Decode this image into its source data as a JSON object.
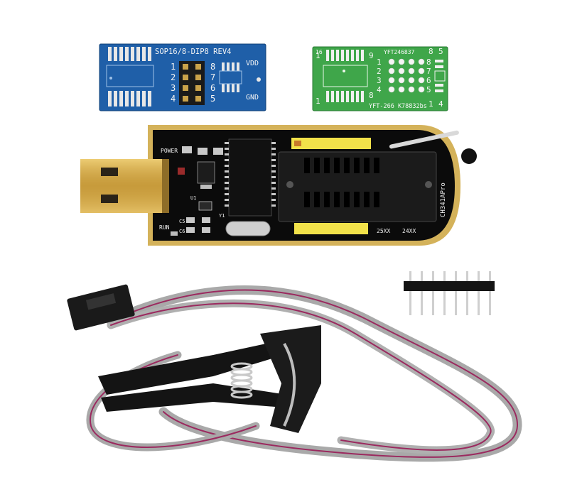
{
  "colors": {
    "background": "#ffffff",
    "blue_pcb": "#1f5fa8",
    "green_pcb": "#3fa64a",
    "gold": "#d4b25a",
    "programmer_body": "#0b0b0b",
    "header_yellow": "#f2e24a",
    "cable_gray": "#a9a9a9",
    "cable_red": "#9b2a5f"
  },
  "sop_adapter": {
    "title": "SOP16/8-DIP8 REV4",
    "vdd": "VDD",
    "gnd": "GND",
    "left_pins": [
      "1",
      "2",
      "3",
      "4"
    ],
    "right_pins": [
      "8",
      "7",
      "6",
      "5"
    ]
  },
  "green_adapter": {
    "code_top": "YFT246837",
    "code_bottom": "YFT-266 K78832bs",
    "corner_left": [
      "1",
      "9",
      "16",
      "8",
      "1"
    ],
    "corner_right": [
      "8",
      "5",
      "1",
      "4"
    ],
    "left_nums": [
      "1",
      "2",
      "3",
      "4"
    ],
    "right_nums": [
      "8",
      "7",
      "6",
      "5"
    ]
  },
  "programmer": {
    "power": "POWER",
    "run": "RUN",
    "chip": "CH341APro",
    "labels": [
      "25XX",
      "24XX"
    ],
    "components": [
      "U1",
      "Y1",
      "C5",
      "C6"
    ]
  }
}
